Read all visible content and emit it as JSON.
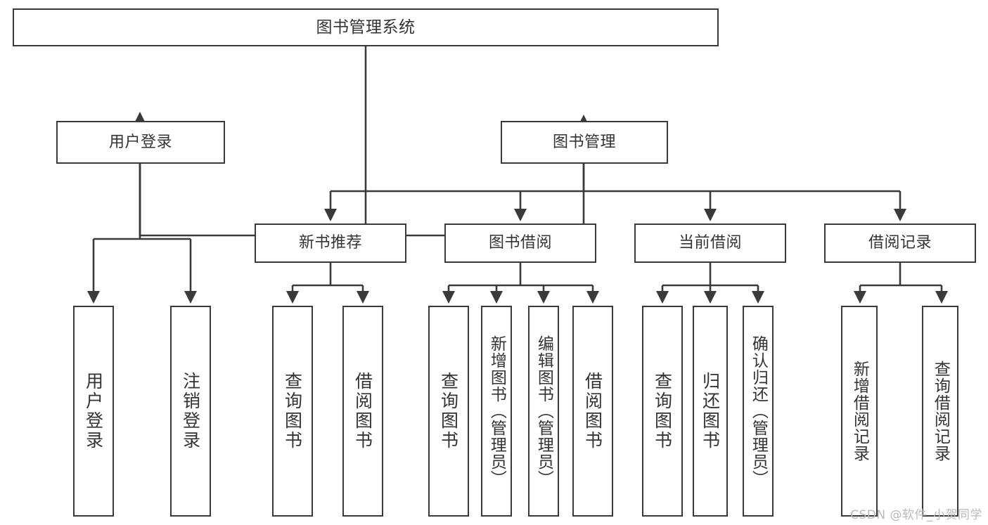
{
  "diagram": {
    "type": "tree",
    "title": "图书管理系统",
    "root": {
      "id": "root",
      "label": "图书管理系统"
    },
    "level1": [
      {
        "id": "user-login",
        "label": "用户登录"
      },
      {
        "id": "book-manage",
        "label": "图书管理"
      }
    ],
    "level2": [
      {
        "id": "new-book-rec",
        "label": "新书推荐",
        "parent": "book-manage"
      },
      {
        "id": "book-borrow",
        "label": "图书借阅",
        "parent": "book-manage"
      },
      {
        "id": "current-borrow",
        "label": "当前借阅",
        "parent": "book-manage"
      },
      {
        "id": "borrow-record",
        "label": "借阅记录",
        "parent": "book-manage"
      }
    ],
    "leaves": [
      {
        "id": "leaf-user-login",
        "label": "用户登录",
        "parent": "user-login"
      },
      {
        "id": "leaf-logout",
        "label": "注销登录",
        "parent": "user-login"
      },
      {
        "id": "leaf-query-book-1",
        "label": "查询图书",
        "parent": "new-book-rec"
      },
      {
        "id": "leaf-borrow-book-1",
        "label": "借阅图书",
        "parent": "new-book-rec"
      },
      {
        "id": "leaf-query-book-2",
        "label": "查询图书",
        "parent": "book-borrow"
      },
      {
        "id": "leaf-add-book",
        "label": "新增图书（管理员）",
        "parent": "book-borrow"
      },
      {
        "id": "leaf-edit-book",
        "label": "编辑图书（管理员）",
        "parent": "book-borrow"
      },
      {
        "id": "leaf-borrow-book-2",
        "label": "借阅图书",
        "parent": "book-borrow"
      },
      {
        "id": "leaf-query-book-3",
        "label": "查询图书",
        "parent": "current-borrow"
      },
      {
        "id": "leaf-return-book",
        "label": "归还图书",
        "parent": "current-borrow"
      },
      {
        "id": "leaf-confirm-return",
        "label": "确认归还（管理员）",
        "parent": "current-borrow"
      },
      {
        "id": "leaf-add-record",
        "label": "新增借阅记录",
        "parent": "borrow-record"
      },
      {
        "id": "leaf-query-record",
        "label": "查询借阅记录",
        "parent": "borrow-record"
      }
    ]
  },
  "watermark": {
    "text": "CSDN @软件_小贺同学"
  },
  "colors": {
    "box_border": "#3a3a3a",
    "box_fill": "#ffffff",
    "text": "#333333",
    "connector": "#3a3a3a",
    "watermark": "#b9b9b9",
    "background": "#ffffff"
  }
}
